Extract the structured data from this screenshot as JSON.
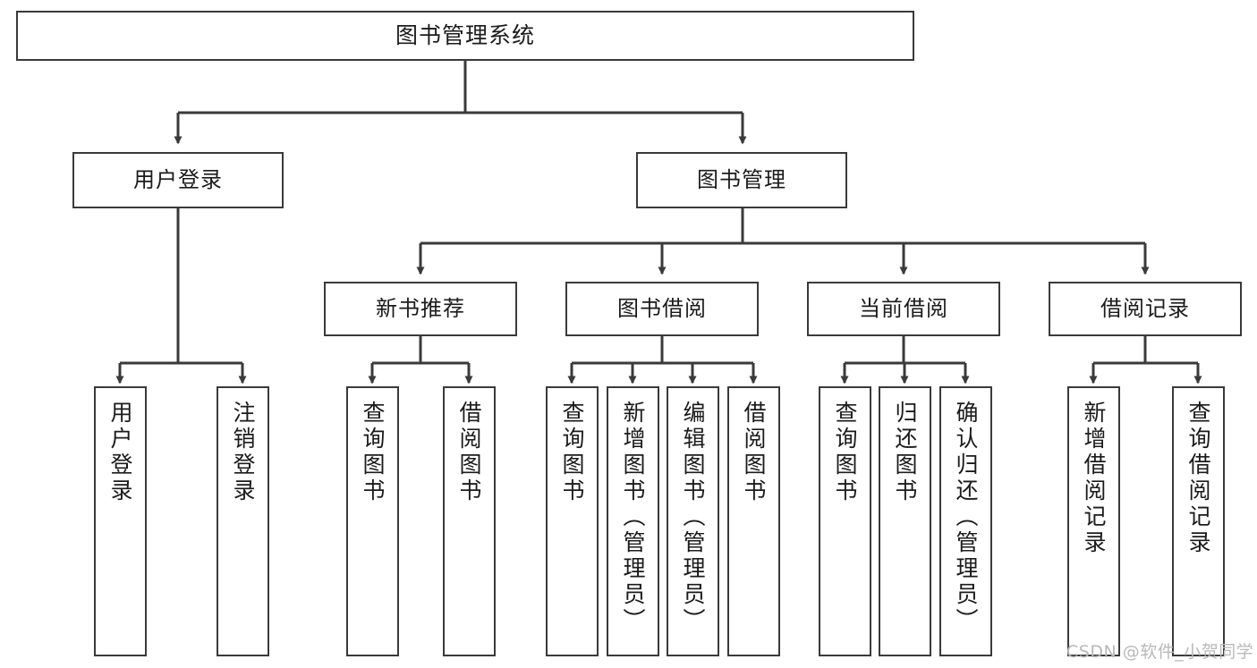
{
  "diagram": {
    "type": "tree-hierarchy",
    "title": "图书管理系统",
    "watermark": "CSDN @软件_小贺同学",
    "colors": {
      "box_border": "#3a3a3a",
      "box_fill": "#ffffff",
      "edge": "#3a3a3a",
      "text": "#1b1b1b",
      "watermark": "#b9b9b9",
      "background": "#ffffff"
    },
    "nodes": {
      "root": {
        "label": "图书管理系统"
      },
      "level2": [
        {
          "label": "用户登录"
        },
        {
          "label": "图书管理"
        }
      ],
      "level3": [
        {
          "label": "新书推荐"
        },
        {
          "label": "图书借阅"
        },
        {
          "label": "当前借阅"
        },
        {
          "label": "借阅记录"
        }
      ],
      "leaves": {
        "user_login": [
          {
            "label": "用户登录"
          },
          {
            "label": "注销登录"
          }
        ],
        "new_book_recommend": [
          {
            "label": "查询图书"
          },
          {
            "label": "借阅图书"
          }
        ],
        "book_borrow": [
          {
            "label": "查询图书"
          },
          {
            "label": "新增图书（管理员）"
          },
          {
            "label": "编辑图书（管理员）"
          },
          {
            "label": "借阅图书"
          }
        ],
        "current_borrow": [
          {
            "label": "查询图书"
          },
          {
            "label": "归还图书"
          },
          {
            "label": "确认归还（管理员）"
          }
        ],
        "borrow_record": [
          {
            "label": "新增借阅记录"
          },
          {
            "label": "查询借阅记录"
          }
        ]
      }
    }
  }
}
